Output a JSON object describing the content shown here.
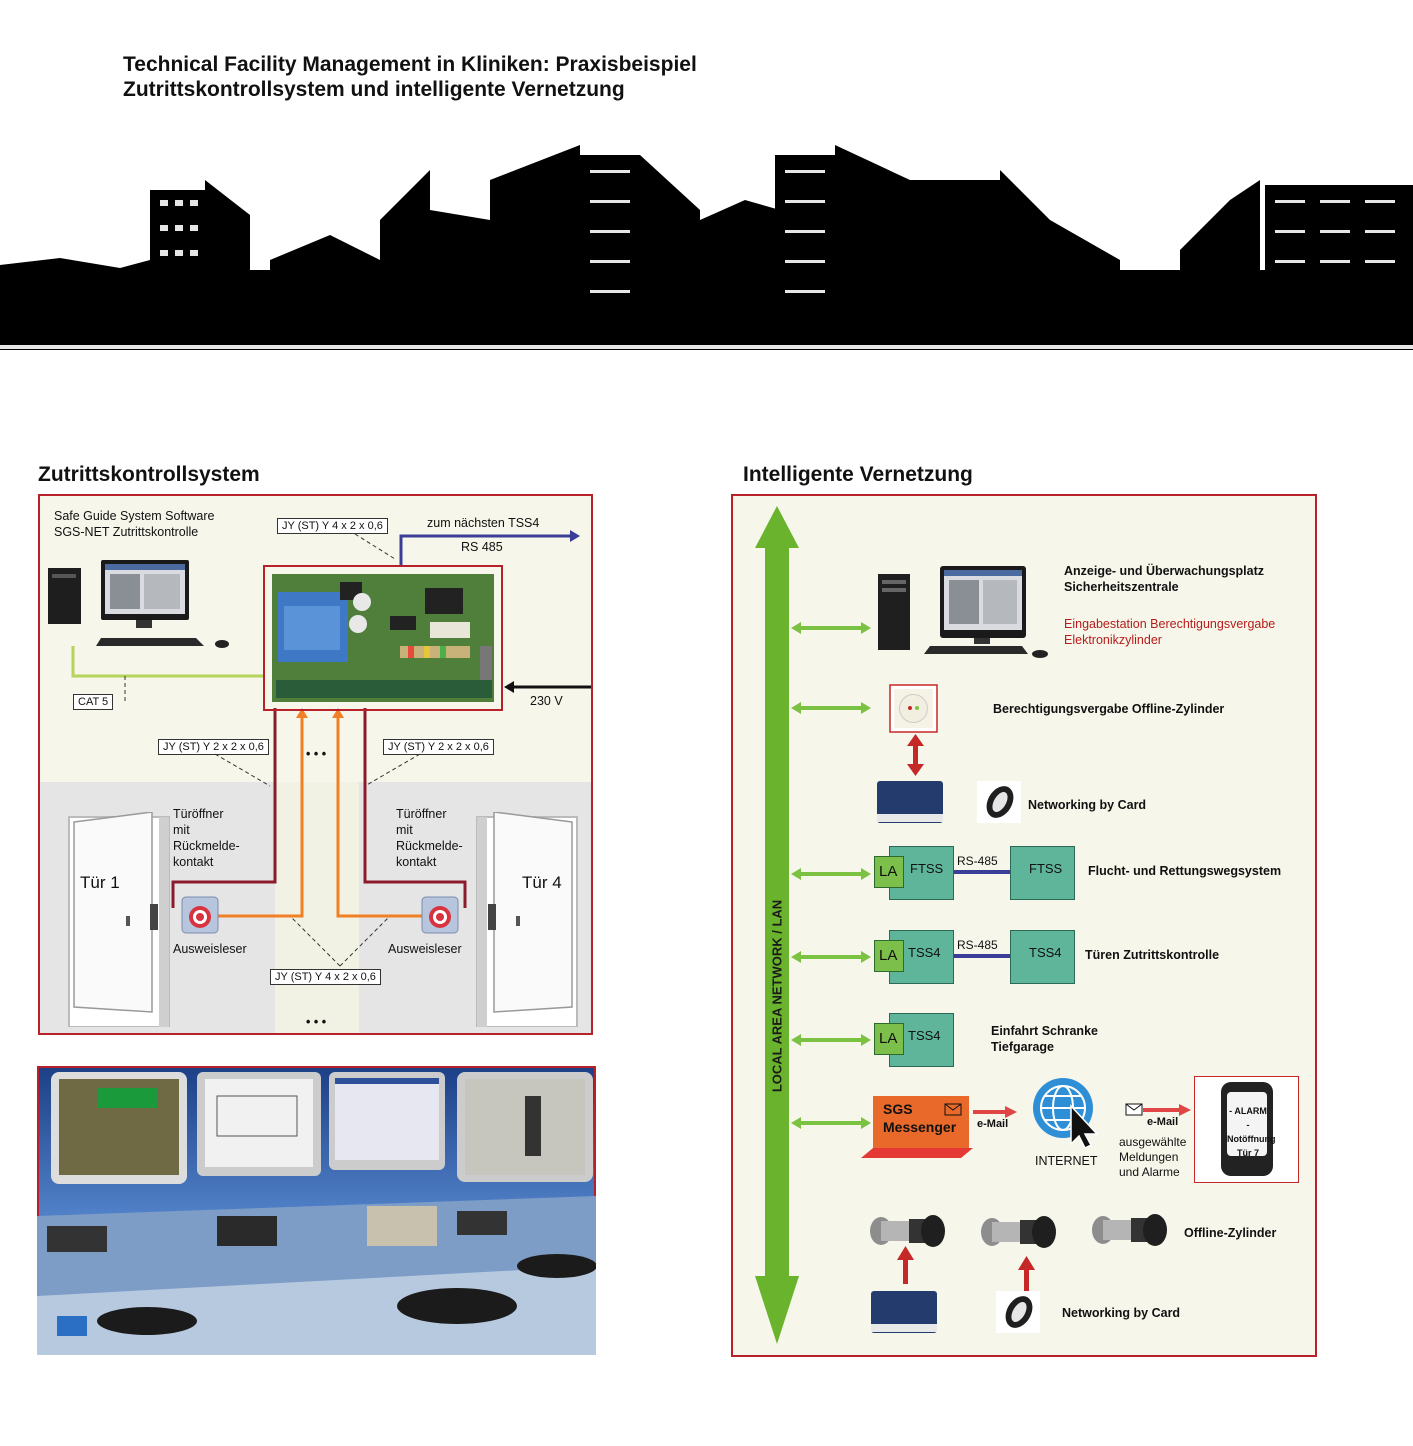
{
  "header": {
    "title_line1": "Technical Facility Management in Kliniken: Praxisbeispiel",
    "title_line2": "Zutrittskontrollsystem und intelligente Vernetzung"
  },
  "left": {
    "heading": "Zutrittskontrollsystem",
    "software_line1": "Safe Guide System Software",
    "software_line2": "SGS-NET Zutrittskontrolle",
    "cable_top": "JY (ST) Y 4 x 2 x 0,6",
    "next_tss4": "zum nächsten TSS4",
    "rs485": "RS 485",
    "cat5": "CAT 5",
    "v230": "230 V",
    "cable_left": "JY (ST) Y 2 x 2 x 0,6",
    "cable_right": "JY (ST) Y 2 x 2 x 0,6",
    "cable_bottom": "JY (ST) Y 4 x 2 x 0,6",
    "dots": "• • •",
    "door1": "Tür 1",
    "door4": "Tür 4",
    "opener_left": [
      "Türöffner",
      "mit",
      "Rückmelde-",
      "kontakt"
    ],
    "opener_right": [
      "Türöffner",
      "mit",
      "Rückmelde-",
      "kontakt"
    ],
    "reader_left": "Ausweisleser",
    "reader_right": "Ausweisleser"
  },
  "right": {
    "heading": "Intelligente Vernetzung",
    "lan_label": "LOCAL AREA NETWORK / LAN",
    "row1_title1": "Anzeige- und Überwachungsplatz",
    "row1_title2": "Sicherheitszentrale",
    "row1_red1": "Eingabestation Berechtigungsvergabe",
    "row1_red2": "Elektronikzylinder",
    "row2": "Berechtigungsvergabe Offline-Zylinder",
    "row3": "Networking by Card",
    "row4_la": "LA",
    "row4_a": "FTSS",
    "row4_b": "FTSS",
    "row4_rs": "RS-485",
    "row4_label": "Flucht- und Rettungswegsystem",
    "row5_la": "LA",
    "row5_a": "TSS4",
    "row5_b": "TSS4",
    "row5_rs": "RS-485",
    "row5_label": "Türen Zutrittskontrolle",
    "row6_la": "LA",
    "row6_a": "TSS4",
    "row6_label1": "Einfahrt Schranke",
    "row6_label2": "Tiefgarage",
    "messenger1": "SGS",
    "messenger2": "Messenger",
    "email1": "e-Mail",
    "internet": "INTERNET",
    "email2": "e-Mail",
    "selected": [
      "ausgewählte",
      "Meldungen",
      "und Alarme"
    ],
    "phone": [
      "- ALARM -",
      "Notöffnung",
      "Tür 7"
    ],
    "offline": "Offline-Zylinder",
    "networking2": "Networking by Card"
  },
  "colors": {
    "frame": "#b8202a",
    "lan_green": "#6ab42d",
    "arrow_green": "#7cc242",
    "module_teal": "#5fb59a",
    "la_green": "#7cbf4a",
    "messenger_orange": "#e8692a",
    "orange_line": "#f07f25",
    "dark_red_line": "#8b1a2b",
    "blue_line": "#3b3e96",
    "panel_bg": "#f6f6ea"
  }
}
